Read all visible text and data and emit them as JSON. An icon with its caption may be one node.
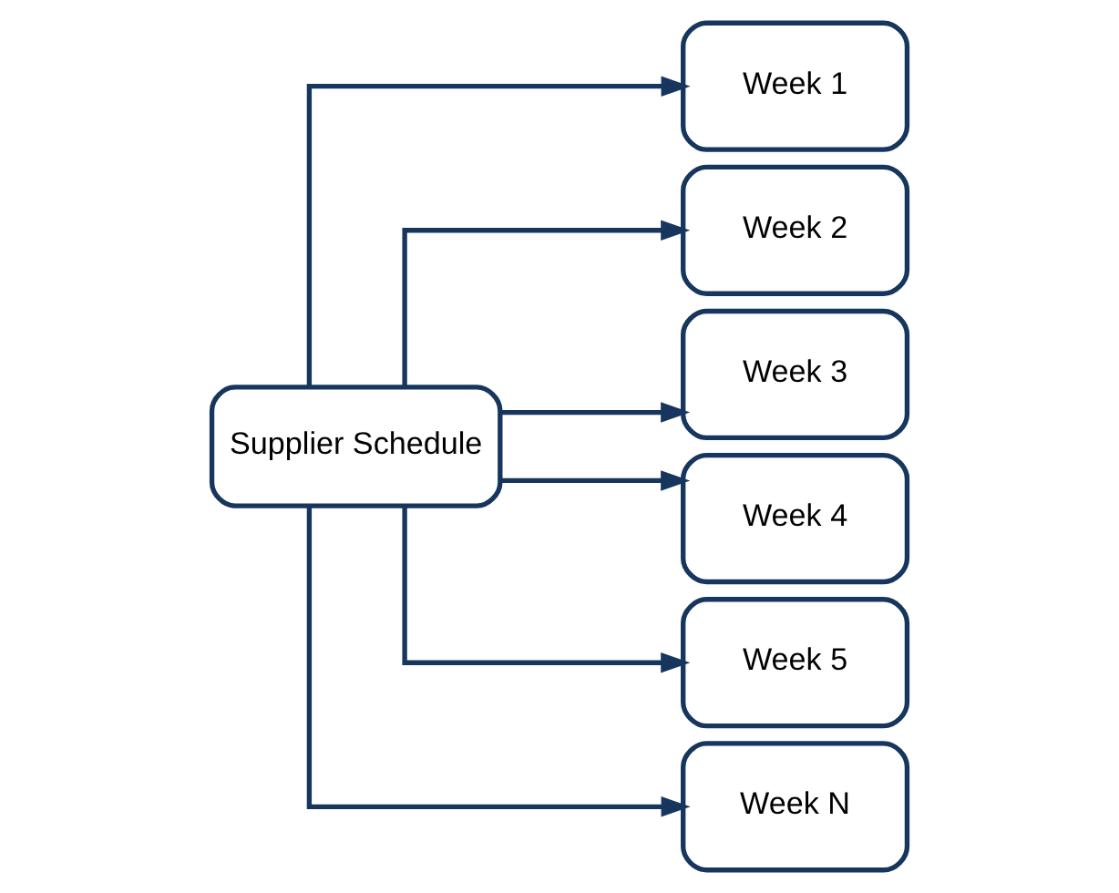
{
  "diagram": {
    "nodes": [
      {
        "text": [
          "Supplier Schedule"
        ]
      },
      {
        "text": [
          "Week 1"
        ]
      },
      {
        "text": [
          "Week 2"
        ]
      },
      {
        "text": [
          "Week 3"
        ]
      },
      {
        "text": [
          "Week 4"
        ]
      },
      {
        "text": [
          "Week 5"
        ]
      },
      {
        "text": [
          "Week N"
        ]
      }
    ],
    "edges": [
      {
        "from": 0,
        "to": 1,
        "arrow": "to"
      },
      {
        "from": 0,
        "to": 2,
        "arrow": "to"
      },
      {
        "from": 0,
        "to": 3,
        "arrow": "to"
      },
      {
        "from": 0,
        "to": 4,
        "arrow": "to"
      },
      {
        "from": 0,
        "to": 5,
        "arrow": "to"
      },
      {
        "from": 0,
        "to": 6,
        "arrow": "to"
      }
    ]
  }
}
